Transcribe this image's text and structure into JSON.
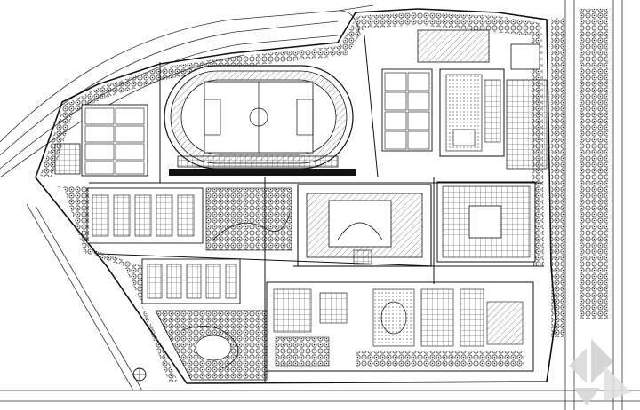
{
  "drawing": {
    "type": "site-master-plan",
    "line_color": "#1a1a1a",
    "vegetation_color": "#2b2b2b",
    "background": "#ffffff"
  },
  "site": {
    "zones": [
      {
        "id": "stadium",
        "kind": "400m track with football field"
      },
      {
        "id": "basketball-courts-west",
        "kind": "sports courts"
      },
      {
        "id": "basketball-courts-north",
        "kind": "sports courts"
      },
      {
        "id": "gymnasium",
        "kind": "building"
      },
      {
        "id": "auditorium",
        "kind": "building with theatre"
      },
      {
        "id": "teaching-blocks",
        "kind": "courtyard buildings"
      },
      {
        "id": "dormitories",
        "kind": "residential blocks"
      },
      {
        "id": "garden",
        "kind": "landscaped park"
      },
      {
        "id": "north-arrow",
        "kind": "symbol"
      }
    ]
  },
  "watermark": {
    "icon": "logo-icon"
  }
}
